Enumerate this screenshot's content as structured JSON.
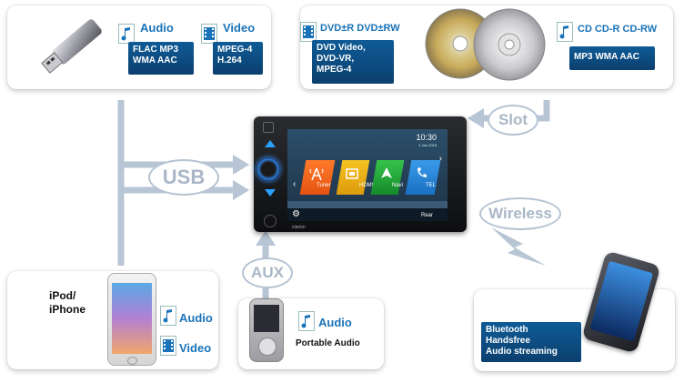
{
  "usb_panel": {
    "audio": {
      "title": "Audio",
      "formats": "FLAC MP3\nWMA AAC"
    },
    "video": {
      "title": "Video",
      "formats": "MPEG-4\nH.264"
    }
  },
  "dvd_panel": {
    "dvd": {
      "title": "DVD±R DVD±RW",
      "formats": "DVD Video,\nDVD-VR,\nMPEG-4"
    },
    "cd": {
      "title": "CD CD-R CD-RW",
      "formats": "MP3 WMA AAC"
    }
  },
  "connections": {
    "usb": "USB",
    "slot": "Slot",
    "wireless": "Wireless",
    "aux": "AUX"
  },
  "ipod_panel": {
    "device": "iPod/\niPhone",
    "audio": "Audio",
    "video": "Video"
  },
  "portable_panel": {
    "audio": "Audio",
    "device": "Portable Audio"
  },
  "bluetooth_panel": {
    "features": "Bluetooth\nHandsfree\nAudio streaming"
  },
  "head_unit": {
    "time": "10:30",
    "date": "1 Jan 2015",
    "tiles": [
      "Tuner",
      "HDMI",
      "Navi",
      "TEL"
    ],
    "rear": "Rear",
    "brand": "clarion"
  },
  "colors": {
    "accent": "#1a73b8",
    "box": "#0b4a80",
    "connector": "#b5c3d3"
  }
}
